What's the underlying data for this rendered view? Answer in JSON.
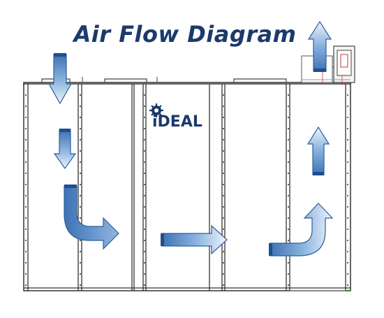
{
  "diagram": {
    "title": "Air Flow Diagram",
    "logo_text": "iDEAL",
    "colors": {
      "arrow_light": "#eef5fc",
      "arrow_mid": "#8fb6e0",
      "arrow_dark": "#3d72b4",
      "arrow_cap": "#1e4f8e",
      "title": "#1b3a6b",
      "outline": "#333333",
      "panel": "#ffffff",
      "accent_red": "#cc3333"
    },
    "arrows": [
      {
        "name": "intake-arrow-top",
        "direction": "down"
      },
      {
        "name": "intake-arrow-second",
        "direction": "down"
      },
      {
        "name": "elbow-arrow-left",
        "direction": "down-then-right"
      },
      {
        "name": "center-arrow",
        "direction": "right"
      },
      {
        "name": "elbow-arrow-right",
        "direction": "right-then-up"
      },
      {
        "name": "rising-arrow",
        "direction": "up"
      },
      {
        "name": "exhaust-arrow",
        "direction": "up"
      }
    ]
  }
}
